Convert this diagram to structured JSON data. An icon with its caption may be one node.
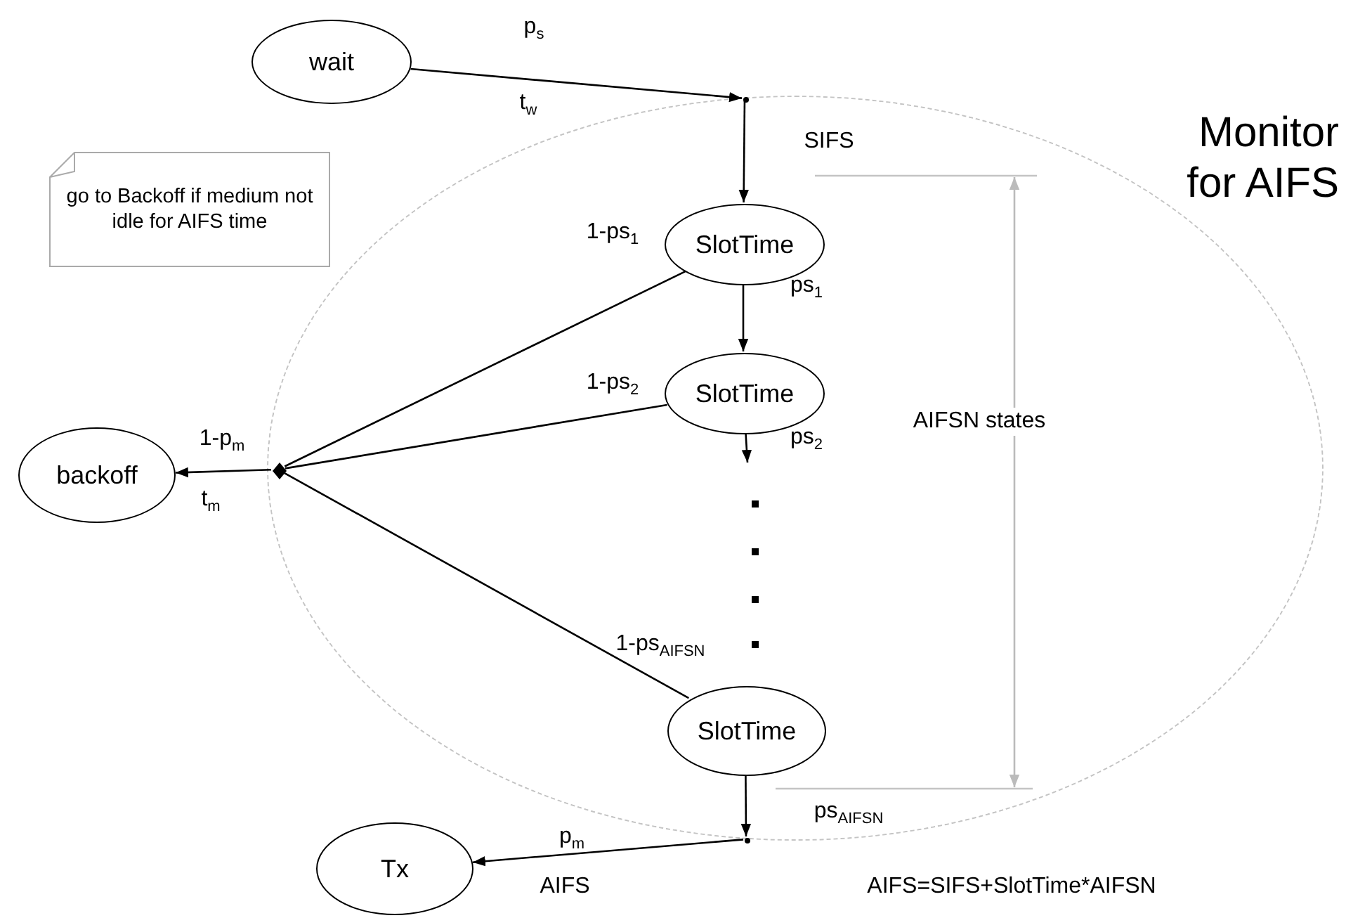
{
  "diagram": {
    "nodes": [
      {
        "text": [
          "Monitor for AIFS"
        ]
      },
      {
        "text": [
          "go to Backoff if medium not idle for AIFS time"
        ]
      },
      {
        "text": [
          "wait"
        ]
      },
      {
        "text": [],
        "shape": "point",
        "in": 0
      },
      {
        "text": [
          "SlotTime"
        ],
        "in": 0
      },
      {
        "text": [
          "SlotTime"
        ],
        "in": 0
      },
      {
        "text": [
          "SlotTime"
        ],
        "in": 0
      },
      {
        "text": [],
        "shape": "diamond",
        "in": 0
      },
      {
        "text": [
          "backoff"
        ]
      },
      {
        "text": [],
        "shape": "point",
        "in": 0
      },
      {
        "text": [
          "Tx"
        ]
      }
    ],
    "edges": [
      {
        "from": 2,
        "to": 3,
        "arrow": "to",
        "label": "p$_{s}$"
      },
      {
        "from": 3,
        "to": 4,
        "arrow": "to",
        "label": "SIFS"
      },
      {
        "from": 4,
        "to": 5,
        "arrow": "to",
        "label": "ps$_{1}$"
      },
      {
        "from": 5,
        "to": null,
        "arrow": "to",
        "label": "ps$_{2}$"
      },
      {
        "from": 4,
        "to": 7,
        "arrow": "none",
        "label": "1-ps$_{1}$"
      },
      {
        "from": 5,
        "to": 7,
        "arrow": "none",
        "label": "1-ps$_{2}$"
      },
      {
        "from": 6,
        "to": 7,
        "arrow": "none",
        "label": "1-ps$_{AIFSN}$"
      },
      {
        "from": 7,
        "to": 8,
        "arrow": "to",
        "label": "1-p$_{m}$"
      },
      {
        "from": 6,
        "to": 9,
        "arrow": "to",
        "label": "ps$_{AIFSN}$"
      },
      {
        "from": 9,
        "to": 10,
        "arrow": "to",
        "label": "p$_{m}$"
      }
    ],
    "labels": [
      "t$_{w}$",
      "t$_{m}$",
      "AIFS",
      "AIFSN states",
      "AIFS=SIFS+SlotTime*AIFSN"
    ]
  }
}
